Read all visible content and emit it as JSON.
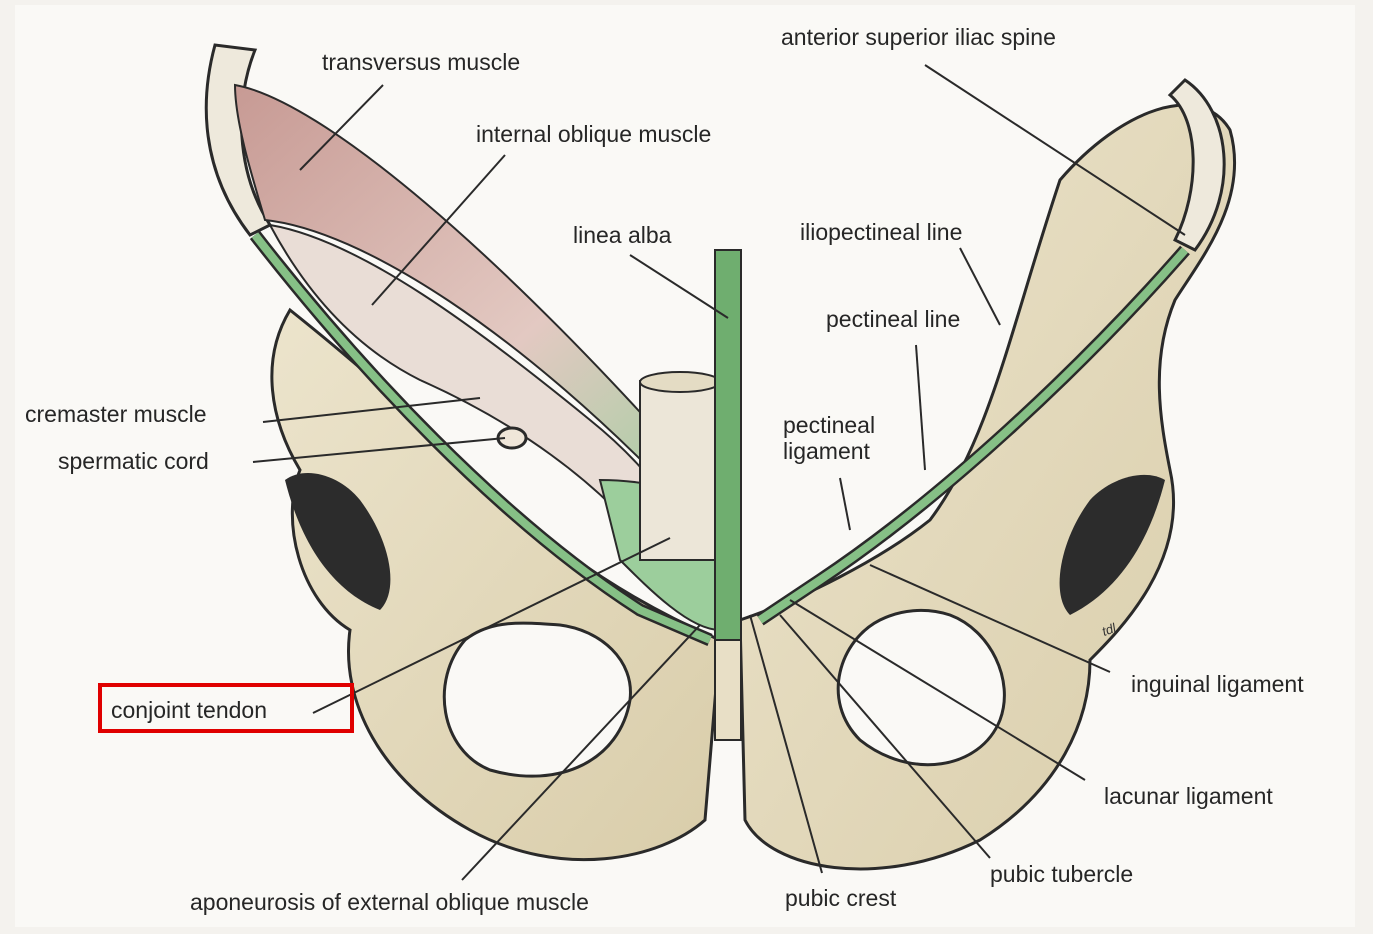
{
  "labels": {
    "transversus_muscle": "transversus muscle",
    "internal_oblique_muscle": "internal oblique muscle",
    "linea_alba": "linea alba",
    "anterior_superior_iliac_spine": "anterior superior iliac spine",
    "iliopectineal_line": "iliopectineal line",
    "pectineal_line": "pectineal line",
    "pectineal_ligament": "pectineal ligament",
    "cremaster_muscle": "cremaster muscle",
    "spermatic_cord": "spermatic cord",
    "conjoint_tendon": "conjoint tendon",
    "aponeurosis_external_oblique": "aponeurosis of external oblique muscle",
    "pubic_crest": "pubic crest",
    "pubic_tubercle": "pubic tubercle",
    "lacunar_ligament": "lacunar ligament",
    "inguinal_ligament": "inguinal ligament"
  },
  "signature": "tdl",
  "colors": {
    "bone": "#e6dcc2",
    "bone_outline": "#2a2a2a",
    "muscle": "#c9a09a",
    "ligament_green": "#7bb67b",
    "highlight": "#e00000"
  }
}
